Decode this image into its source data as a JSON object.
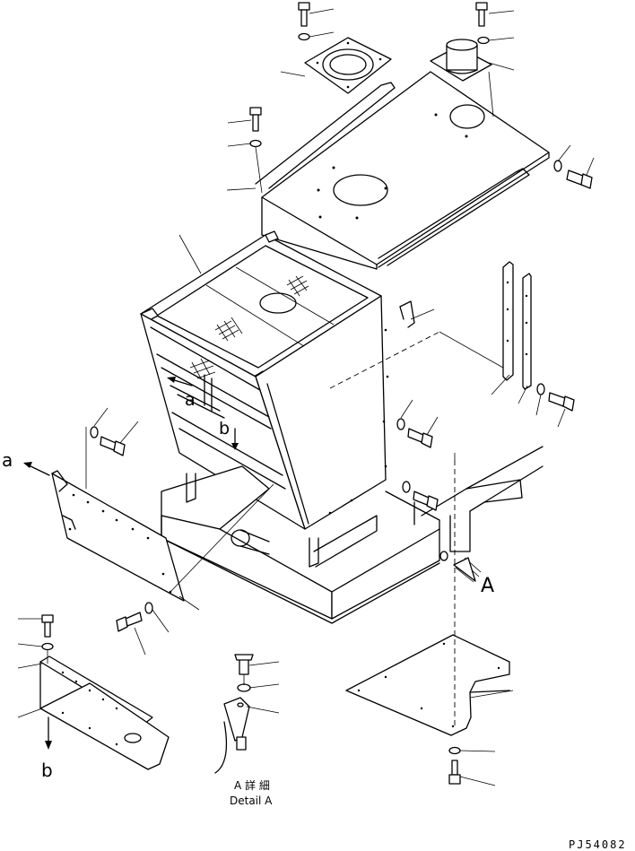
{
  "labels": {
    "view_a_left": "a",
    "view_a_box": "a",
    "view_b_box": "b",
    "view_b_bottom": "b",
    "arrow_A": "A",
    "detail_jp": "A 詳 細",
    "detail_en": "Detail A",
    "drawing_number": "PJ54082"
  }
}
